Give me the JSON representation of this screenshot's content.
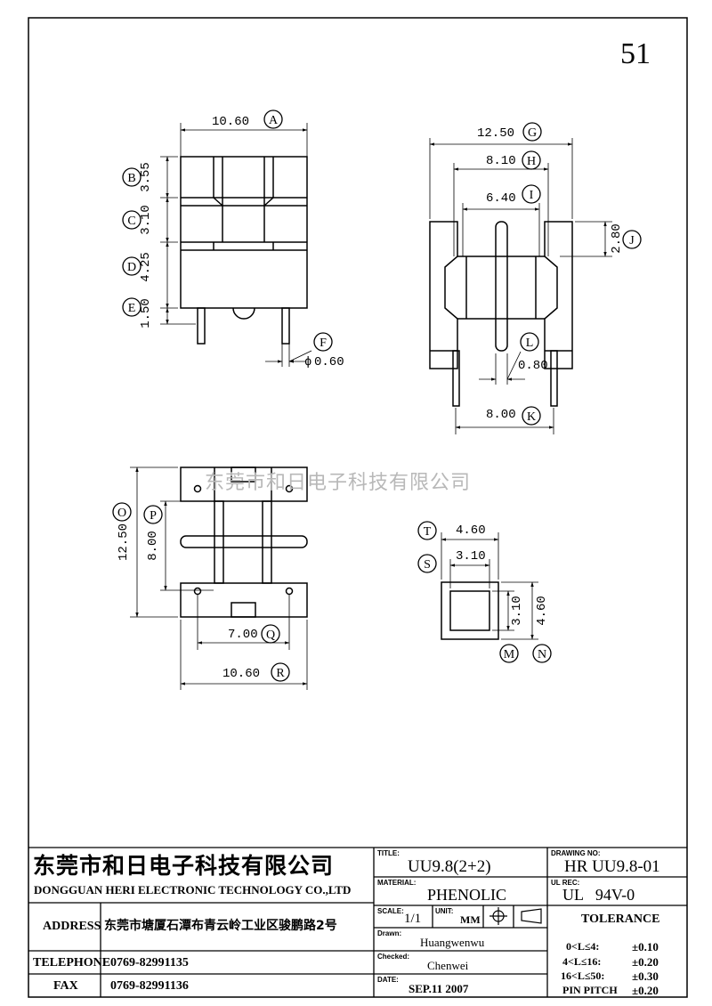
{
  "page_number": "51",
  "watermark": "东莞市和日电子科技有限公司",
  "dims": {
    "A": {
      "letter": "A",
      "value": "10.60"
    },
    "B": {
      "letter": "B",
      "value": "3.55"
    },
    "C": {
      "letter": "C",
      "value": "3.10"
    },
    "D": {
      "letter": "D",
      "value": "4.25"
    },
    "E": {
      "letter": "E",
      "value": "1.50"
    },
    "F": {
      "letter": "F",
      "value": "0.60",
      "prefix": "ϕ"
    },
    "G": {
      "letter": "G",
      "value": "12.50"
    },
    "H": {
      "letter": "H",
      "value": "8.10"
    },
    "I": {
      "letter": "I",
      "value": "6.40"
    },
    "J": {
      "letter": "J",
      "value": "2.80"
    },
    "K": {
      "letter": "K",
      "value": "8.00"
    },
    "L": {
      "letter": "L",
      "value": "0.80"
    },
    "O": {
      "letter": "O",
      "value": "12.50"
    },
    "P": {
      "letter": "P",
      "value": "8.00"
    },
    "Q": {
      "letter": "Q",
      "value": "7.00"
    },
    "R": {
      "letter": "R",
      "value": "10.60"
    },
    "T": {
      "letter": "T",
      "value": "4.60"
    },
    "S": {
      "letter": "S",
      "value": "3.10"
    },
    "M": {
      "letter": "M",
      "value": "3.10"
    },
    "N": {
      "letter": "N",
      "value": "4.60"
    }
  },
  "title_block": {
    "company_cn": "东莞市和日电子科技有限公司",
    "company_en": "DONGGUAN HERI ELECTRONIC TECHNOLOGY CO.,LTD",
    "address_label": "ADDRESS",
    "address_value": "东莞市塘厦石潭布青云岭工业区骏鹏路2号",
    "telephone_label": "TELEPHONE",
    "telephone_value": "0769-82991135",
    "fax_label": "FAX",
    "fax_value": "0769-82991136",
    "title_label": "TITLE:",
    "title_value": "UU9.8(2+2)",
    "material_label": "MATERIAL:",
    "material_value": "PHENOLIC",
    "scale_label": "SCALE:",
    "scale_value": "1/1",
    "unit_label": "UNIT:",
    "unit_value": "MM",
    "drawn_label": "Drawn:",
    "drawn_value": "Huangwenwu",
    "checked_label": "Checked:",
    "checked_value": "Chenwei",
    "date_label": "DATE:",
    "date_value": "SEP.11 2007",
    "drawing_no_label": "DRAWING NO:",
    "drawing_no_value": "HR UU9.8-01",
    "ul_rec_label": "UL REC:",
    "ul_rec_value": "UL   94V-0",
    "tolerance_label": "TOLERANCE",
    "tolerances": [
      {
        "range": "0<L≤4:",
        "value": "±0.10"
      },
      {
        "range": "4<L≤16:",
        "value": "±0.20"
      },
      {
        "range": "16<L≤50:",
        "value": "±0.30"
      },
      {
        "range": "PIN PITCH",
        "value": "±0.20"
      }
    ]
  }
}
